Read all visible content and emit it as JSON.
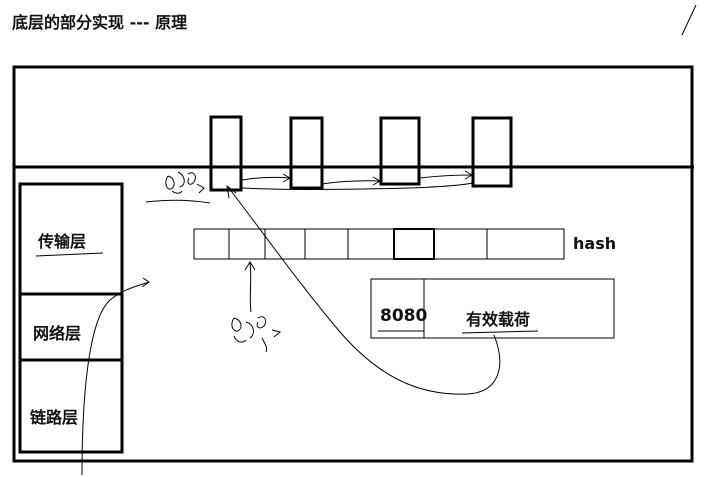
{
  "title": "底层的部分实现 --- 原理",
  "stack": {
    "transport": "传输层",
    "network": "网络层",
    "link": "链路层"
  },
  "hash_label": "hash",
  "packet": {
    "port": "8080",
    "payload": "有效载荷"
  }
}
